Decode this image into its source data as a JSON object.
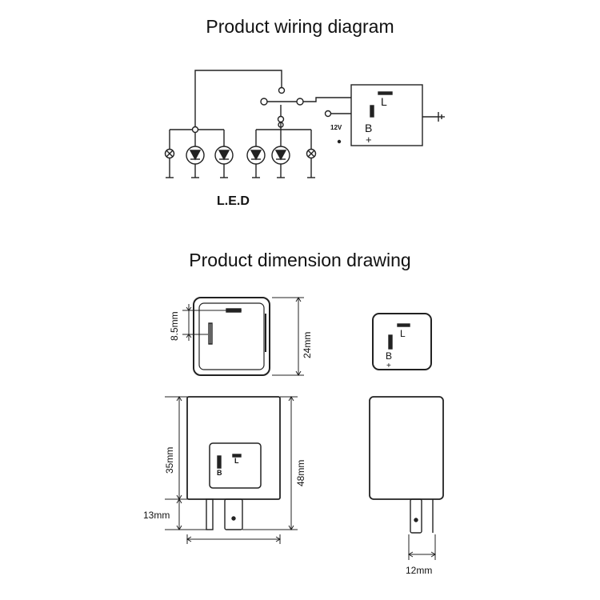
{
  "wiring": {
    "title": "Product wiring diagram",
    "relay_terminal_l": "L",
    "relay_terminal_b": "B",
    "plus_sign": "+",
    "supply_label": "12V",
    "led_label": "L.E.D"
  },
  "dimensions": {
    "title": "Product dimension drawing",
    "pin_spacing": "8.5mm",
    "face_height": "24mm",
    "body_height": "35mm",
    "total_height": "48mm",
    "pin_length": "13mm",
    "depth": "12mm",
    "front_label_l": "L",
    "front_label_b": "B",
    "front_plus": "+",
    "side_label_l": "L",
    "side_label_b": "B"
  }
}
